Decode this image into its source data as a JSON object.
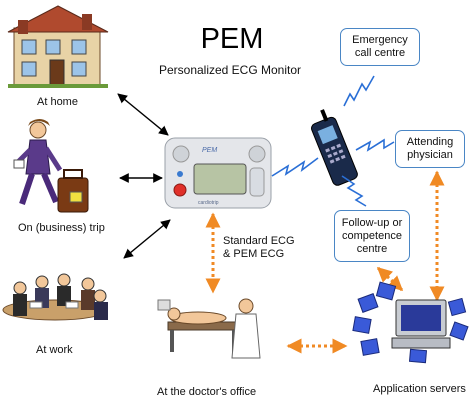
{
  "header": {
    "title": "PEM",
    "subtitle": "Personalized ECG Monitor"
  },
  "locations": {
    "home": "At home",
    "trip": "On (business) trip",
    "work": "At work",
    "doctor": "At the doctor's office"
  },
  "device": {
    "brand": "cardiotrip",
    "watermark": "PEM"
  },
  "connection_label": "Standard ECG\n& PEM ECG",
  "services": {
    "emergency": "Emergency\ncall centre",
    "physician": "Attending\nphysician",
    "followup": "Follow-up or\ncompetence\ncentre",
    "servers": "Application servers"
  },
  "colors": {
    "box_border": "#4a86c5",
    "wireless": "#2a6fd6",
    "dotted_link": "#f08a24",
    "black_arrow": "#000000"
  }
}
